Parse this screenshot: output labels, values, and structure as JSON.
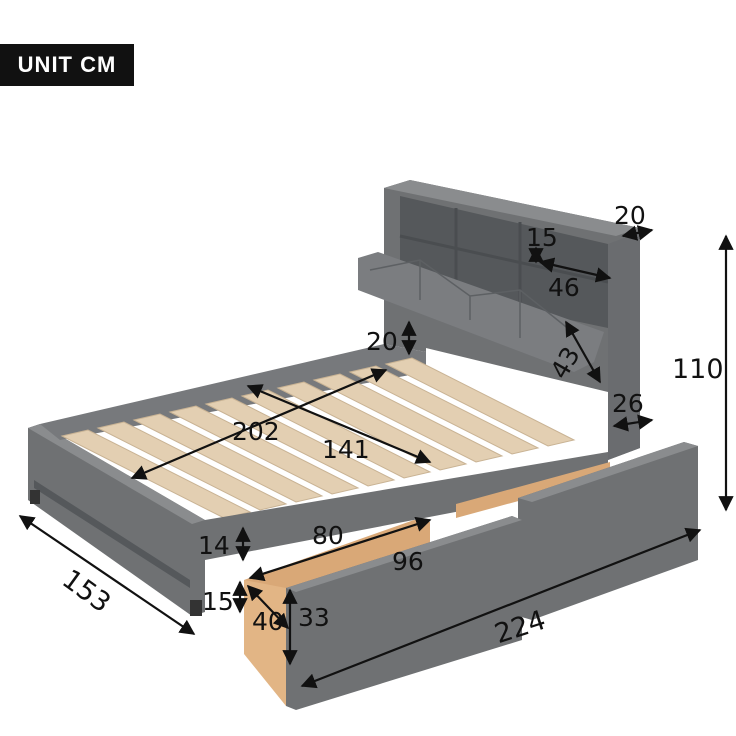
{
  "badge": {
    "label": "UNIT CM"
  },
  "colors": {
    "fabric": "#6f7173",
    "fabric_dark": "#55585b",
    "fabric_light": "#8a8c8e",
    "slat": "#e3cfb2",
    "drawer_wood": "#d9a877",
    "dimension": "#111111"
  },
  "dimensions": {
    "headboard_width_top": "20",
    "shelf_height": "15",
    "shelf_length": "46",
    "height_total": "110",
    "flip_panel_thickness": "20",
    "flip_panel_length": "43",
    "side_post_width": "26",
    "inner_length": "202",
    "inner_width": "141",
    "rail_height": "14",
    "drawer_length": "80",
    "drawer_outer_length": "96",
    "drawer_height": "15",
    "drawer_depth": "40",
    "drawer_front_height": "33",
    "overall_width": "153",
    "overall_length": "224"
  }
}
